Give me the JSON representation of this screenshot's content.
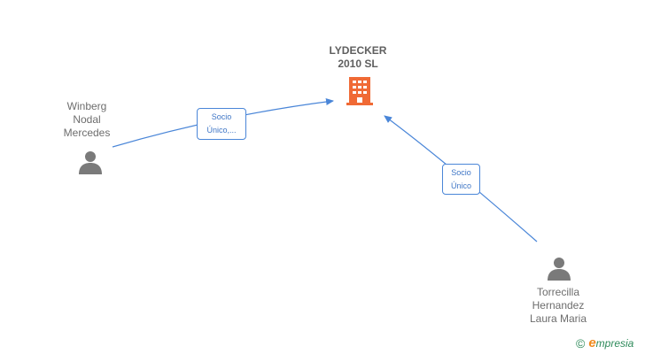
{
  "company": {
    "line1": "LYDECKER",
    "line2": "2010 SL",
    "icon": "building-icon",
    "color": "#f06a35"
  },
  "people": [
    {
      "lines": [
        "Winberg",
        "Nodal",
        "Mercedes"
      ],
      "icon": "person-icon"
    },
    {
      "lines": [
        "Torrecilla",
        "Hernandez",
        "Laura Maria"
      ],
      "icon": "person-icon"
    }
  ],
  "edges": [
    {
      "from": "Winberg Nodal Mercedes",
      "to": "LYDECKER 2010 SL",
      "label_lines": [
        "Socio",
        "Único,..."
      ]
    },
    {
      "from": "Torrecilla Hernandez Laura Maria",
      "to": "LYDECKER 2010 SL",
      "label_lines": [
        "Socio",
        "Único"
      ]
    }
  ],
  "colors": {
    "edge": "#4a86d8",
    "person": "#7a7a7a"
  },
  "brand": {
    "copyright": "©",
    "first_letter": "e",
    "rest": "mpresia"
  }
}
